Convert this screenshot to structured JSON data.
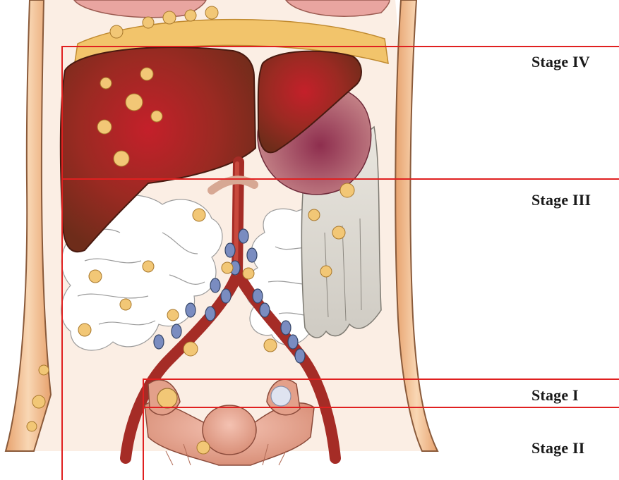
{
  "stages": {
    "stage_iv": "Stage IV",
    "stage_iii": "Stage III",
    "stage_i": "Stage I",
    "stage_ii": "Stage II"
  },
  "colors": {
    "boundary_line": "#e02020",
    "liver": "#8a2a1e",
    "vessel": "#b8352c",
    "lymph_node": "#7a8cc0",
    "tumor_implant": "#f2c776",
    "omentum": "#d9d6cf",
    "bowel": "#ffffff",
    "body_wall": "#f0b98a",
    "uterus": "#e8a890"
  }
}
